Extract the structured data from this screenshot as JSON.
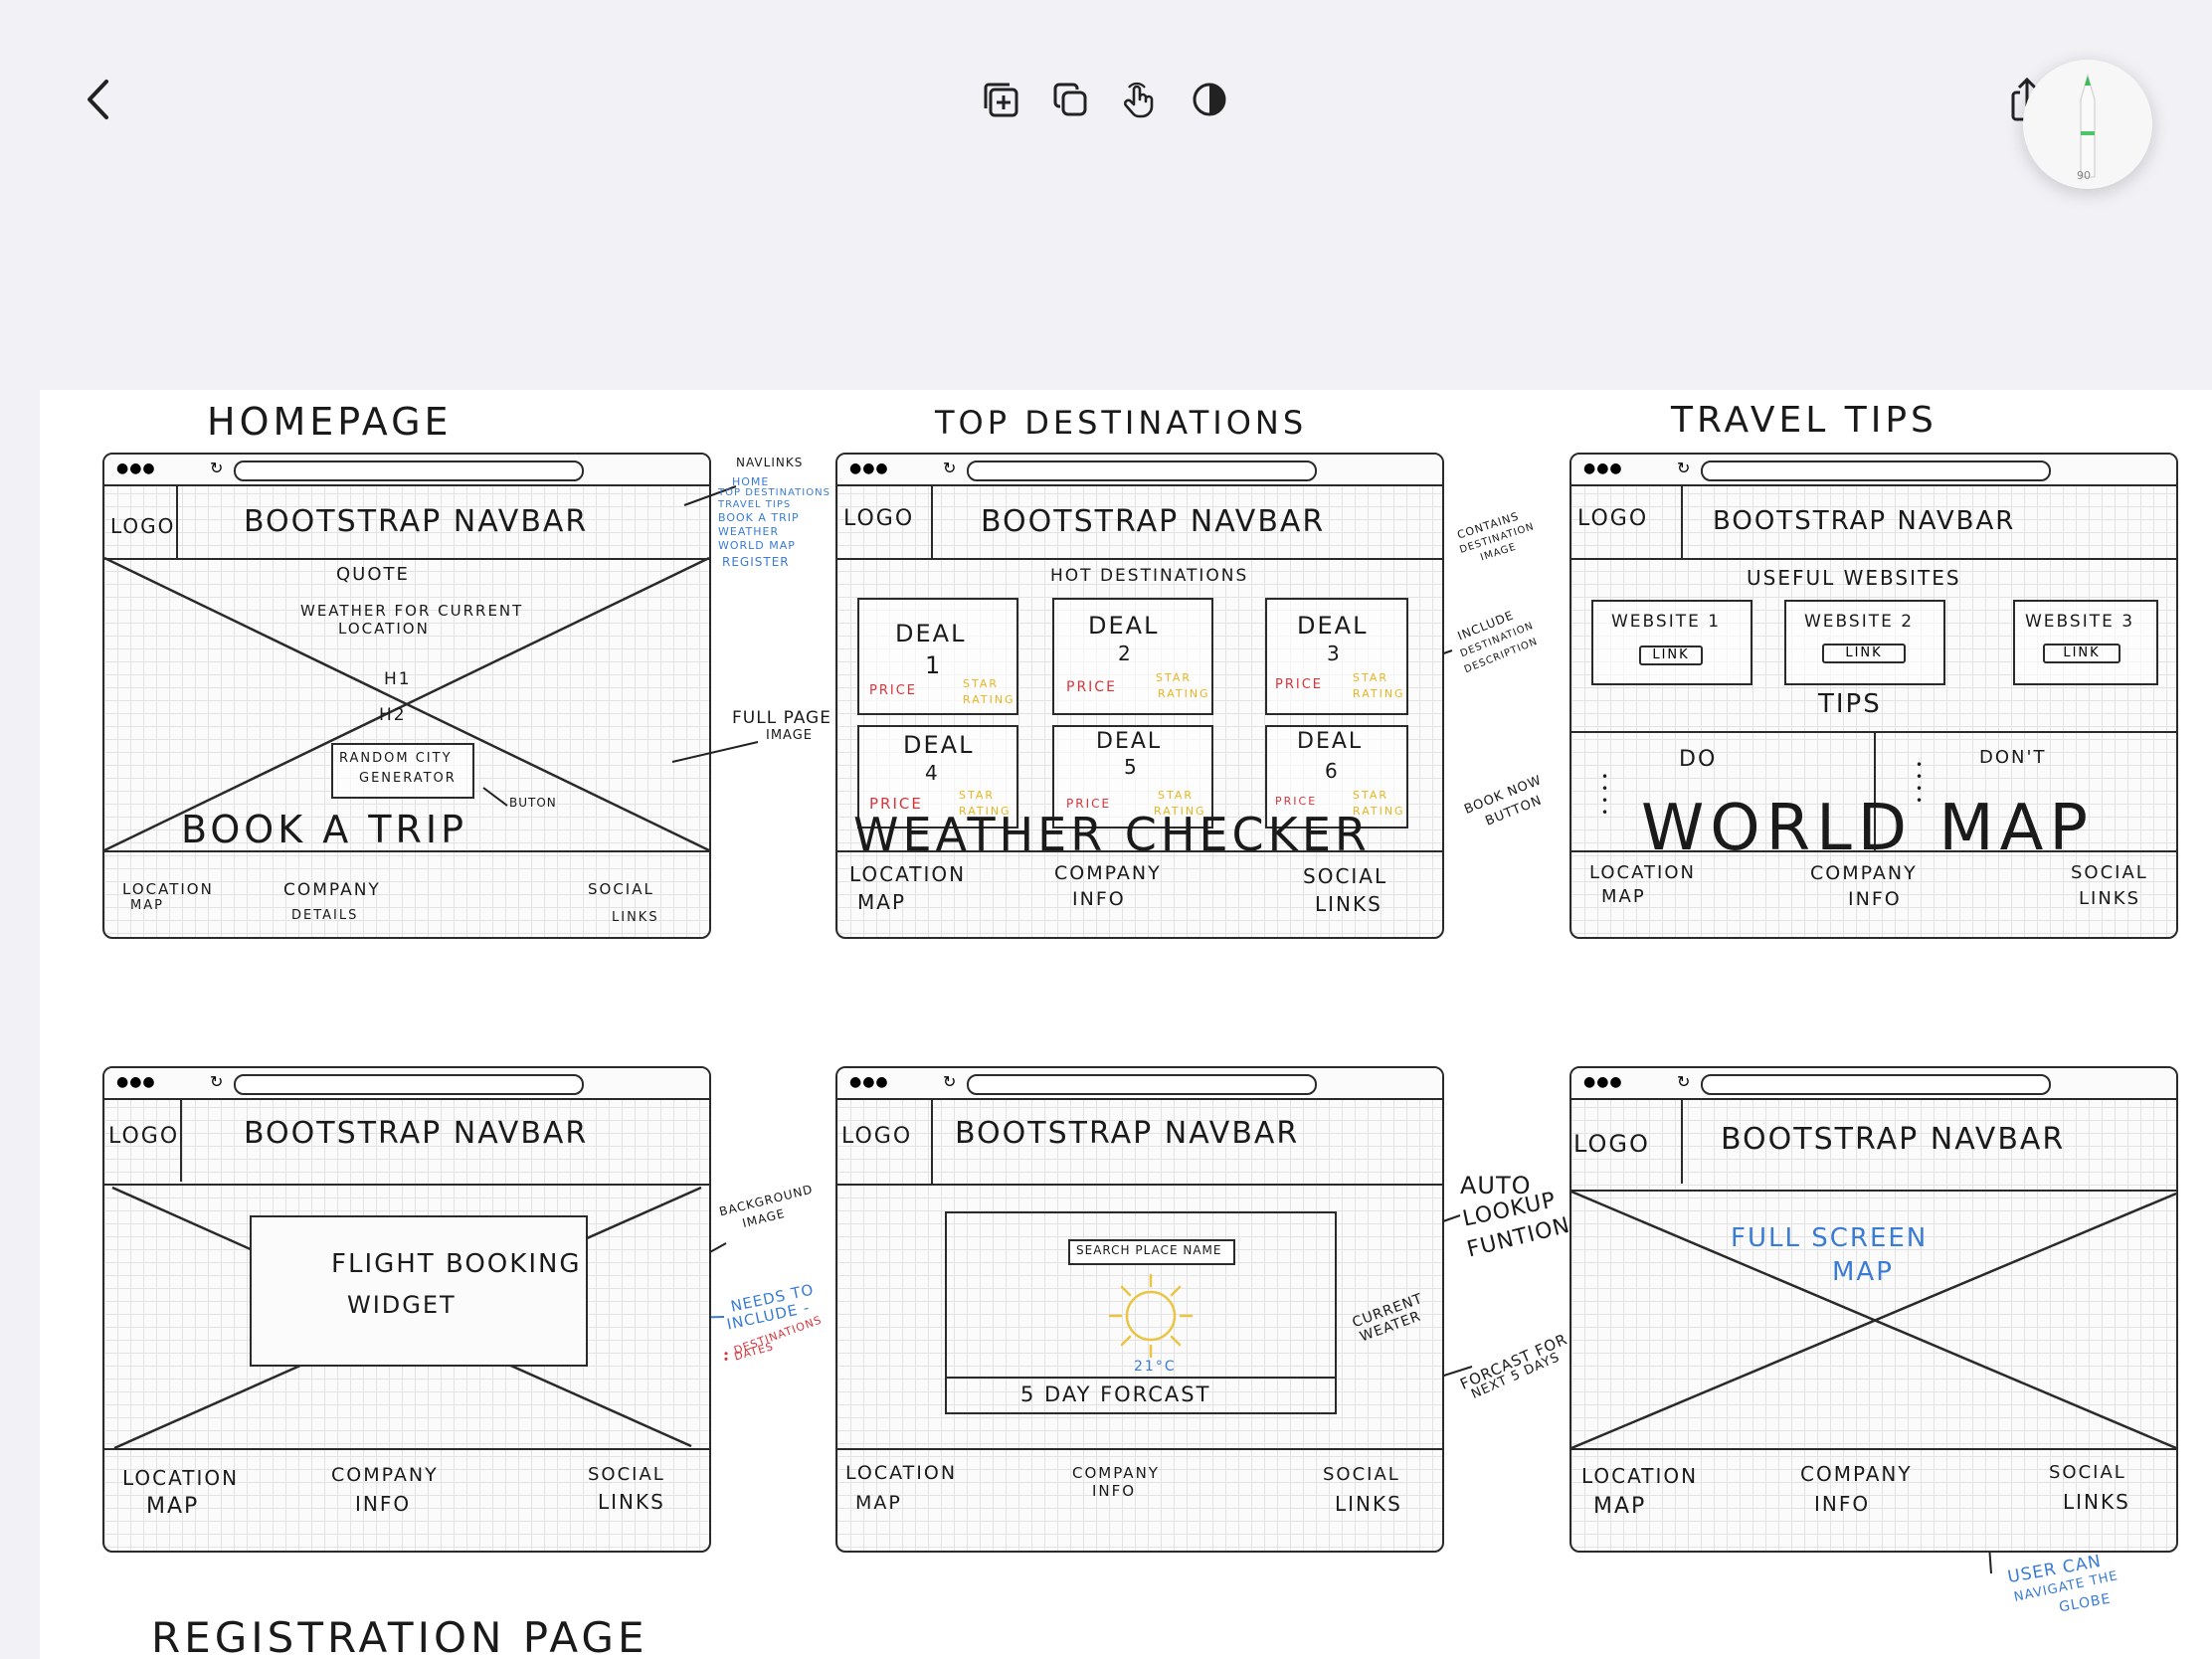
{
  "toolbar": {
    "back": "back-chevron",
    "icons": [
      "add-page-icon",
      "duplicate-icon",
      "touch-icon",
      "contrast-icon"
    ],
    "pencil_label": "90"
  },
  "wireframes": {
    "homepage": {
      "title": "HOMEPAGE",
      "logo": "LOGO",
      "navbar": "BOOTSTRAP NAVBAR",
      "quote": "QUOTE",
      "weather": [
        "WEATHER FOR CURRENT",
        "LOCATION"
      ],
      "h1": "H1",
      "h2": "H2",
      "random_btn": [
        "RANDOM CITY",
        "GENERATOR"
      ],
      "footer": {
        "left": [
          "LOCATION",
          "MAP"
        ],
        "mid": [
          "COMPANY",
          "DETAILS"
        ],
        "right": [
          "SOCIAL",
          "LINKS"
        ]
      },
      "notes": {
        "navlinks_title": "NAVLINKS",
        "navlinks": [
          "HOME",
          "TOP DESTINATIONS",
          "TRAVEL TIPS",
          "BOOK A TRIP",
          "WEATHER",
          "WORLD MAP",
          "REGISTER"
        ],
        "full_page": [
          "FULL PAGE",
          "IMAGE"
        ],
        "button": "BUTON"
      }
    },
    "top_destinations": {
      "title": "TOP DESTINATIONS",
      "logo": "LOGO",
      "navbar": "BOOTSTRAP NAVBAR",
      "heading": "HOT DESTINATIONS",
      "deals": [
        {
          "label": "DEAL",
          "num": "1",
          "price": "PRICE",
          "rating": [
            "STAR",
            "RATING"
          ]
        },
        {
          "label": "DEAL",
          "num": "2",
          "price": "PRICE",
          "rating": [
            "STAR",
            "RATING"
          ]
        },
        {
          "label": "DEAL",
          "num": "3",
          "price": "PRICE",
          "rating": [
            "STAR",
            "RATING"
          ]
        },
        {
          "label": "DEAL",
          "num": "4",
          "price": "PRICE",
          "rating": [
            "STAR",
            "RATING"
          ]
        },
        {
          "label": "DEAL",
          "num": "5",
          "price": "PRICE",
          "rating": [
            "STAR",
            "RATING"
          ]
        },
        {
          "label": "DEAL",
          "num": "6",
          "price": "PRICE",
          "rating": [
            "STAR",
            "RATING"
          ]
        }
      ],
      "footer": {
        "left": [
          "LOCATION",
          "MAP"
        ],
        "mid": [
          "COMPANY",
          "INFO"
        ],
        "right": [
          "SOCIAL",
          "LINKS"
        ]
      },
      "notes": {
        "contains": [
          "CONTAINS",
          "DESTINATION",
          "IMAGE"
        ],
        "include": [
          "INCLUDE",
          "DESTINATION",
          "DESCRIPTION"
        ],
        "book": [
          "BOOK NOW",
          "BUTTON"
        ]
      }
    },
    "travel_tips": {
      "title": "TRAVEL TIPS",
      "logo": "LOGO",
      "navbar": "BOOTSTRAP NAVBAR",
      "heading": "USEFUL WEBSITES",
      "websites": [
        {
          "name": "WEBSITE 1",
          "link": "LINK"
        },
        {
          "name": "WEBSITE 2",
          "link": "LINK"
        },
        {
          "name": "WEBSITE 3",
          "link": "LINK"
        }
      ],
      "tips": "TIPS",
      "do": "DO",
      "dont": "DON'T",
      "footer": {
        "left": [
          "LOCATION",
          "MAP"
        ],
        "mid": [
          "COMPANY",
          "INFO"
        ],
        "right": [
          "SOCIAL",
          "LINKS"
        ]
      }
    },
    "book_a_trip": {
      "title": "BOOK A TRIP",
      "logo": "LOGO",
      "navbar": "BOOTSTRAP NAVBAR",
      "widget": [
        "FLIGHT BOOKING",
        "WIDGET"
      ],
      "footer": {
        "left": [
          "LOCATION",
          "MAP"
        ],
        "mid": [
          "COMPANY",
          "INFO"
        ],
        "right": [
          "SOCIAL",
          "LINKS"
        ]
      },
      "notes": {
        "background": [
          "BACKGROUND",
          "IMAGE"
        ],
        "needs": [
          "NEEDS TO",
          "INCLUDE -"
        ],
        "needs_items": [
          "• DESTINATIONS",
          "• DATES"
        ]
      }
    },
    "weather_checker": {
      "title": "WEATHER CHECKER",
      "logo": "LOGO",
      "navbar": "BOOTSTRAP NAVBAR",
      "search": "SEARCH PLACE NAME",
      "temp": "21°C",
      "forecast": "5 DAY FORCAST",
      "footer": {
        "left": [
          "LOCATION",
          "MAP"
        ],
        "mid": [
          "COMPANY",
          "INFO"
        ],
        "right": [
          "SOCIAL",
          "LINKS"
        ]
      },
      "notes": {
        "auto": [
          "AUTO",
          "LOOKUP",
          "FUNTION"
        ],
        "current": [
          "CURRENT",
          "WEATER"
        ],
        "forecast": [
          "FORCAST FOR",
          "NEXT 5 DAYS"
        ]
      }
    },
    "world_map": {
      "title": "WORLD MAP",
      "logo": "LOGO",
      "navbar": "BOOTSTRAP NAVBAR",
      "map": [
        "FULL SCREEN",
        "MAP"
      ],
      "footer": {
        "left": [
          "LOCATION",
          "MAP"
        ],
        "mid": [
          "COMPANY",
          "INFO"
        ],
        "right": [
          "SOCIAL",
          "LINKS"
        ]
      },
      "notes": {
        "globe": [
          "USER CAN",
          "NAVIGATE THE",
          "GLOBE"
        ]
      }
    },
    "registration": {
      "title": "REGISTRATION PAGE"
    }
  },
  "colors": {
    "background": "#f2f2f6",
    "canvas": "#ffffff",
    "ink": "#1a1a1a",
    "blue": "#3a7bd5",
    "red": "#d9343c",
    "yellow": "#e8b51c"
  }
}
